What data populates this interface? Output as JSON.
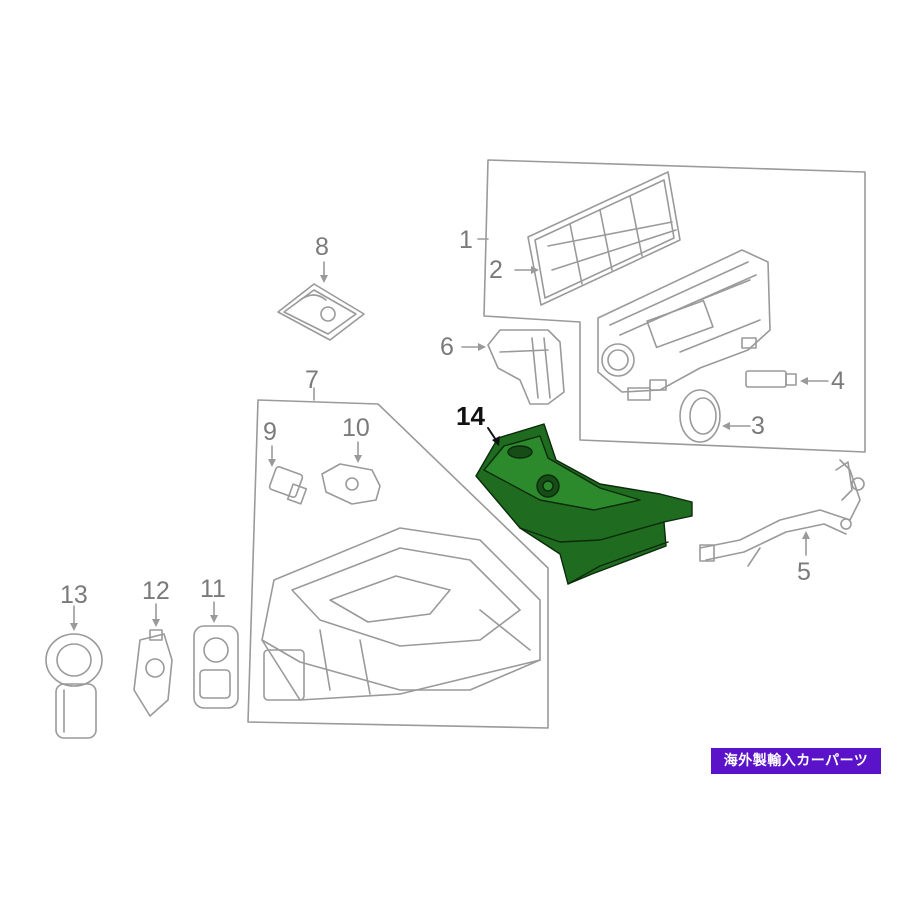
{
  "diagram": {
    "callouts": {
      "c1": "1",
      "c2": "2",
      "c3": "3",
      "c4": "4",
      "c5": "5",
      "c6": "6",
      "c7": "7",
      "c8": "8",
      "c9": "9",
      "c10": "10",
      "c11": "11",
      "c12": "12",
      "c13": "13",
      "c14": "14"
    },
    "highlight_color": "#1f6b1f",
    "line_color": "#9a9a9a"
  },
  "watermark": {
    "label": "海外製輸入カーパーツ",
    "color": "#5b13c9"
  }
}
